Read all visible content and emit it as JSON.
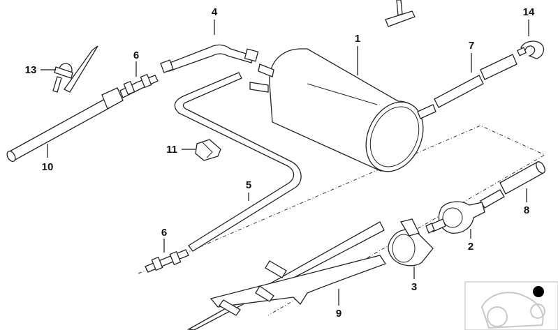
{
  "diagram": {
    "callouts": [
      {
        "id": "c1",
        "text": "1"
      },
      {
        "id": "c2",
        "text": "2"
      },
      {
        "id": "c3",
        "text": "3"
      },
      {
        "id": "c4",
        "text": "4"
      },
      {
        "id": "c5",
        "text": "5"
      },
      {
        "id": "c6a",
        "text": "6"
      },
      {
        "id": "c6b",
        "text": "6"
      },
      {
        "id": "c7",
        "text": "7"
      },
      {
        "id": "c8",
        "text": "8"
      },
      {
        "id": "c9",
        "text": "9"
      },
      {
        "id": "c10",
        "text": "10"
      },
      {
        "id": "c11",
        "text": "11"
      },
      {
        "id": "c13",
        "text": "13"
      },
      {
        "id": "c14",
        "text": "14"
      }
    ],
    "colors": {
      "line": "#222222",
      "fill": "#ffffff",
      "thumbnail": "#c8c8c8"
    }
  }
}
